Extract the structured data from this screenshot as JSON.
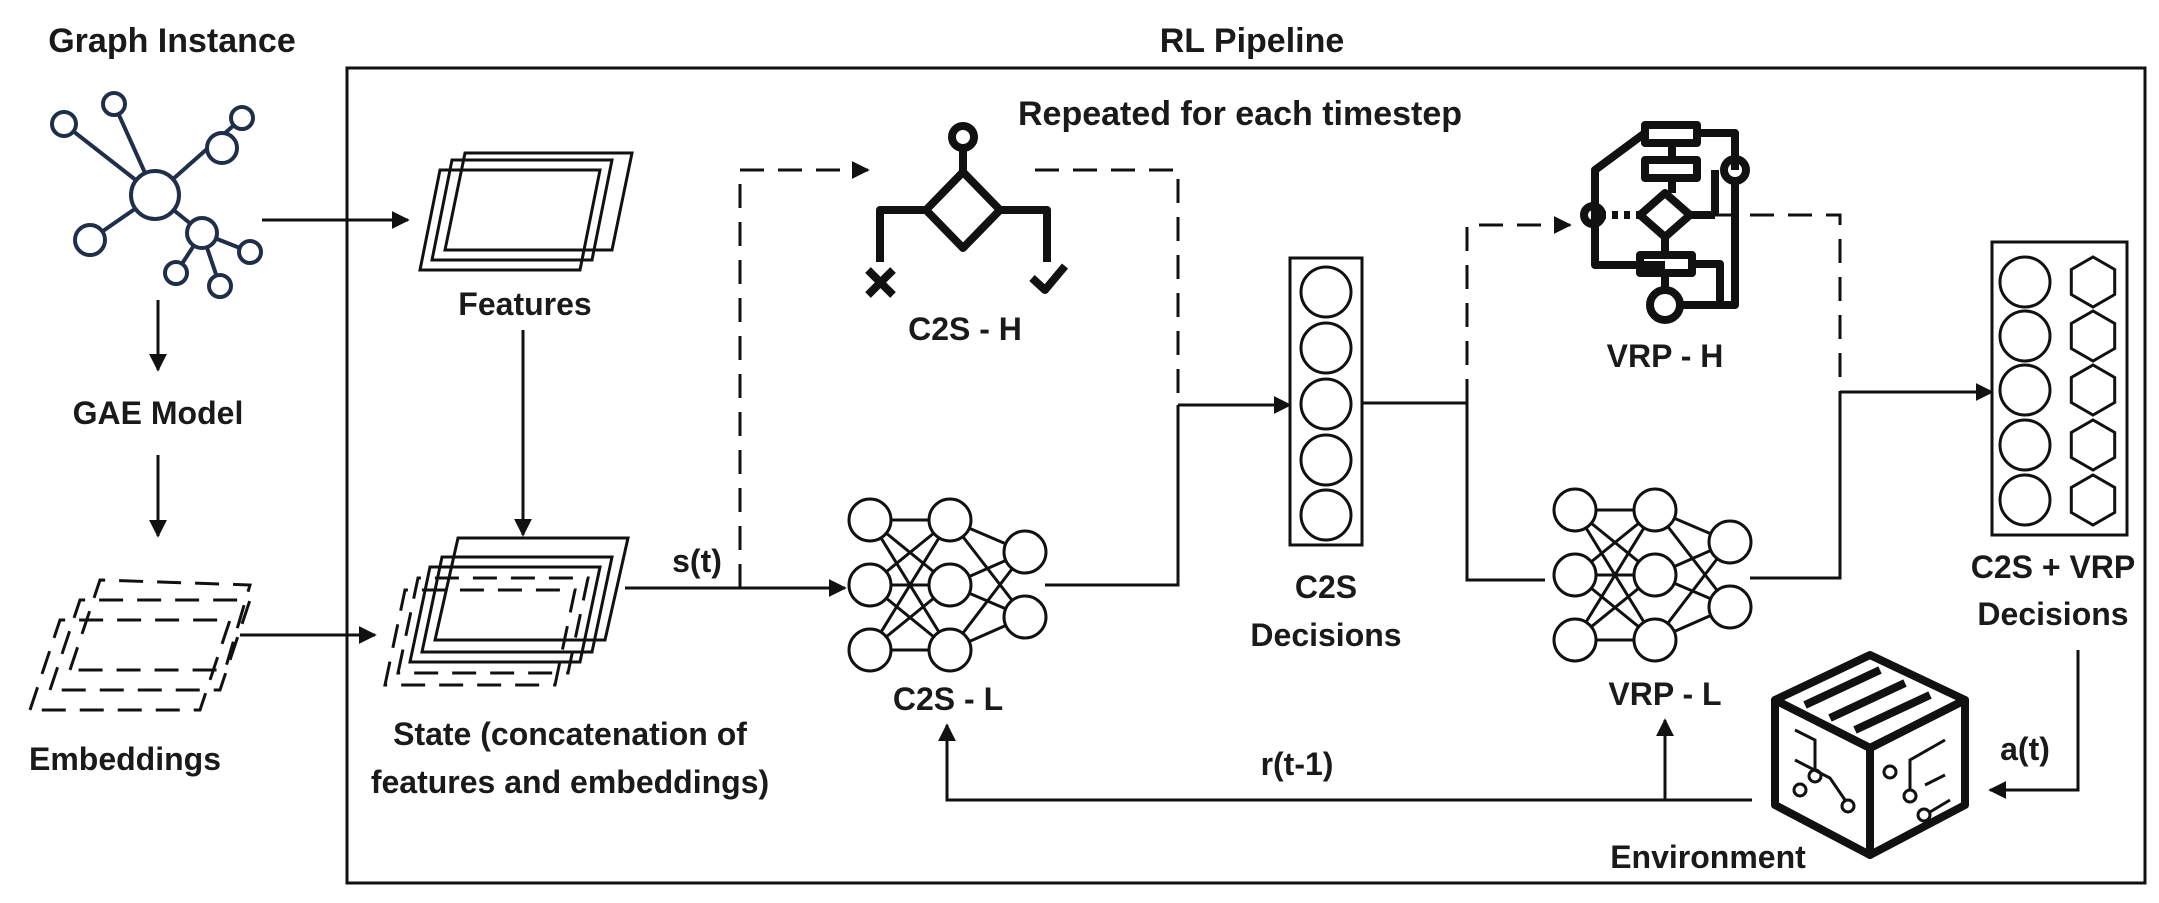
{
  "labels": {
    "graph_instance": "Graph Instance",
    "rl_pipeline": "RL Pipeline",
    "repeated": "Repeated for each timestep",
    "features": "Features",
    "gae_model": "GAE Model",
    "embeddings": "Embeddings",
    "state_line1": "State (concatenation of",
    "state_line2": "features and embeddings)",
    "s_t": "s(t)",
    "c2s_h": "C2S - H",
    "c2s_l": "C2S - L",
    "c2s_decisions_line1": "C2S",
    "c2s_decisions_line2": "Decisions",
    "vrp_h": "VRP - H",
    "vrp_l": "VRP - L",
    "c2s_vrp_line1": "C2S + VRP",
    "c2s_vrp_line2": "Decisions",
    "r_t1": "r(t-1)",
    "a_t": "a(t)",
    "environment": "Environment"
  },
  "icons": {
    "graph": "graph-network-icon",
    "flowchart_decision": "decision-diamond-icon",
    "flowchart": "flowchart-icon",
    "neural_network": "neural-network-icon",
    "environment": "circuit-cube-icon"
  }
}
